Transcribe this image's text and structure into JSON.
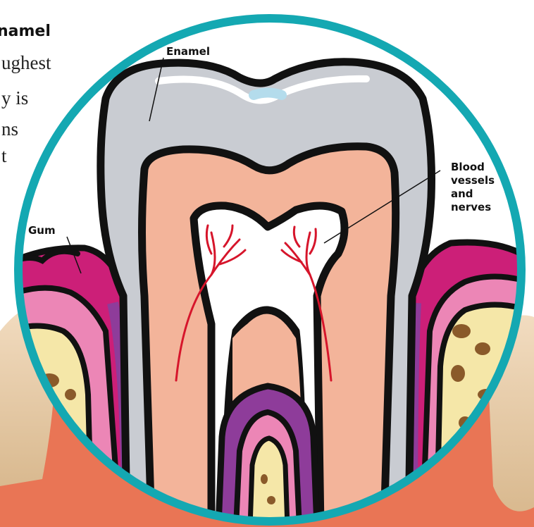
{
  "background_text": {
    "heading": "namel",
    "lines": [
      "ughest",
      "y is",
      "ns",
      "t"
    ]
  },
  "labels": {
    "enamel": "Enamel",
    "gum": "Gum",
    "blood_vessels_lines": [
      "Blood",
      "vessels",
      "and",
      "nerves"
    ]
  },
  "colors": {
    "ring": "#14a8b2",
    "enamel": "#c9ccd2",
    "dentin": "#f3b49a",
    "pulp": "#ffffff",
    "blood_vessel": "#d6152b",
    "gum_dark": "#cc1f78",
    "gum_light": "#ec86b6",
    "bone": "#f5e7a8",
    "bone_spots": "#8a5a2a",
    "root_purple": "#8e3c9a",
    "outside_gum": "#e97555",
    "outline": "#111111"
  }
}
